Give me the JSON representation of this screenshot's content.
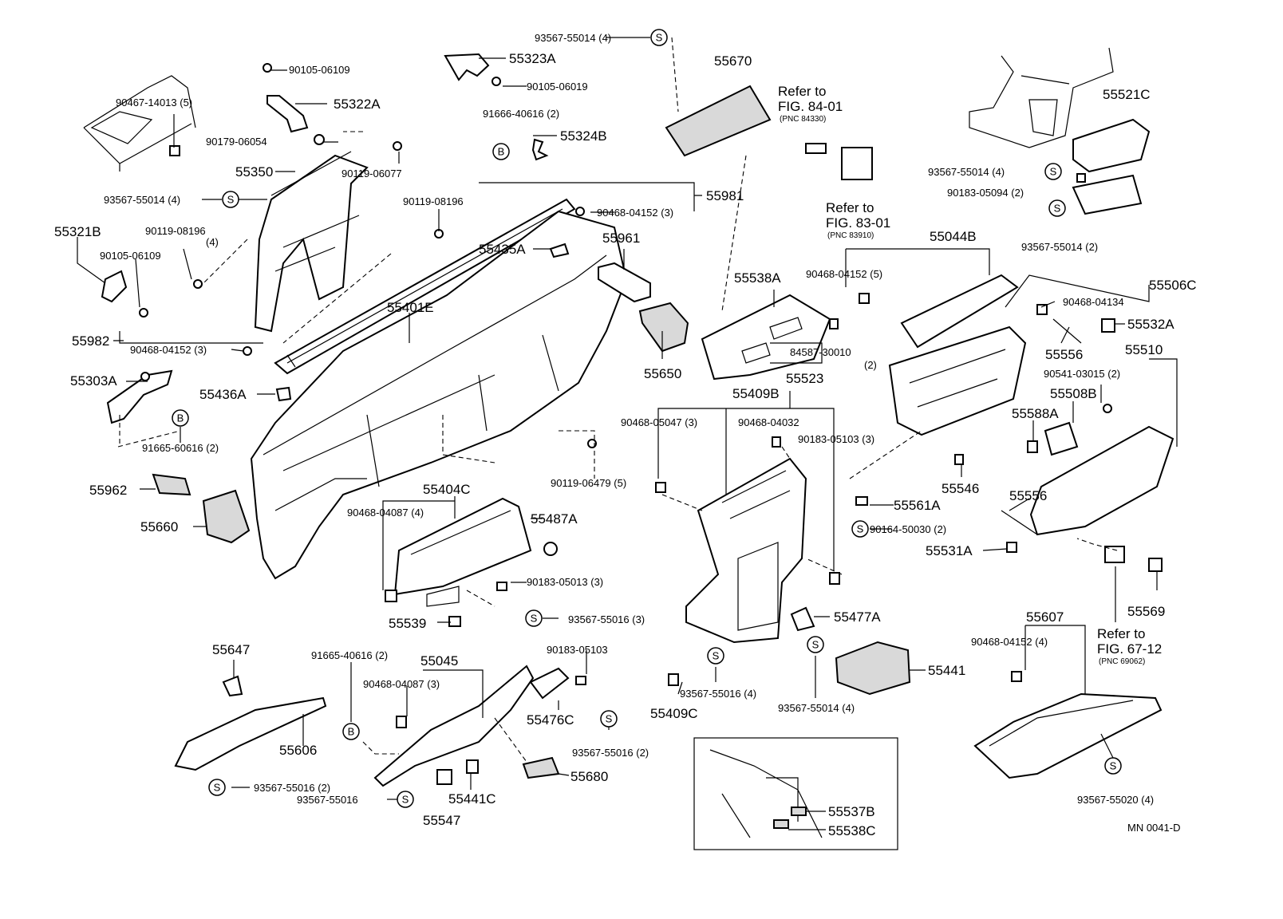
{
  "diagram_id": "MN 0041-D",
  "references": [
    {
      "key": "ref84",
      "line1": "Refer to",
      "line2": "FIG. 84-01",
      "line3": "(PNC 84330)"
    },
    {
      "key": "ref83",
      "line1": "Refer to",
      "line2": "FIG. 83-01",
      "line3": "(PNC 83910)"
    },
    {
      "key": "ref67",
      "line1": "Refer to",
      "line2": "FIG. 67-12",
      "line3": "(PNC 69062)"
    }
  ],
  "parts_large": [
    "55323A",
    "55322A",
    "55324B",
    "55670",
    "55521C",
    "55350",
    "55981",
    "55321B",
    "55961",
    "55044B",
    "55435A",
    "55506C",
    "55538A",
    "55532A",
    "55982",
    "55401E",
    "55556",
    "55510",
    "55523",
    "55303A",
    "55650",
    "55409B",
    "55508B",
    "55436A",
    "55588A",
    "55962",
    "55546",
    "55404C",
    "55487A",
    "55561A",
    "55660",
    "55556",
    "55531A",
    "55539",
    "55477A",
    "55569",
    "55647",
    "55045",
    "55607",
    "55476C",
    "55441",
    "55409C",
    "55606",
    "55680",
    "55441C",
    "55547",
    "55537B",
    "55538C"
  ],
  "parts_small": [
    "93567-55014 (4)",
    "90105-06109",
    "90105-06019",
    "90467-14013 (5)",
    "91666-40616 (2)",
    "90179-06054",
    "90119-06077",
    "93567-55014 (4)",
    "90183-05094 (2)",
    "93567-55014 (4)",
    "90119-08196",
    "90468-04152 (3)",
    "93567-55014 (2)",
    "90119-08196",
    "(4)",
    "90105-06109",
    "90468-04152 (5)",
    "90468-04134",
    "90468-04152 (3)",
    "84587-30010",
    "(2)",
    "90541-03015 (2)",
    "90468-05047 (3)",
    "90468-04032",
    "90183-05103 (3)",
    "91665-60616 (2)",
    "90119-06479 (5)",
    "90468-04087 (4)",
    "90164-50030 (2)",
    "90183-05013 (3)",
    "93567-55016 (3)",
    "90468-04152 (4)",
    "91665-40616 (2)",
    "90183-05103",
    "90468-04087 (3)",
    "93567-55016 (4)",
    "93567-55014 (4)",
    "93567-55016  (2)",
    "93567-55016 (2)",
    "93567-55016",
    "93567-55020 (4)"
  ],
  "symbols": {
    "s": "S",
    "b": "B"
  }
}
